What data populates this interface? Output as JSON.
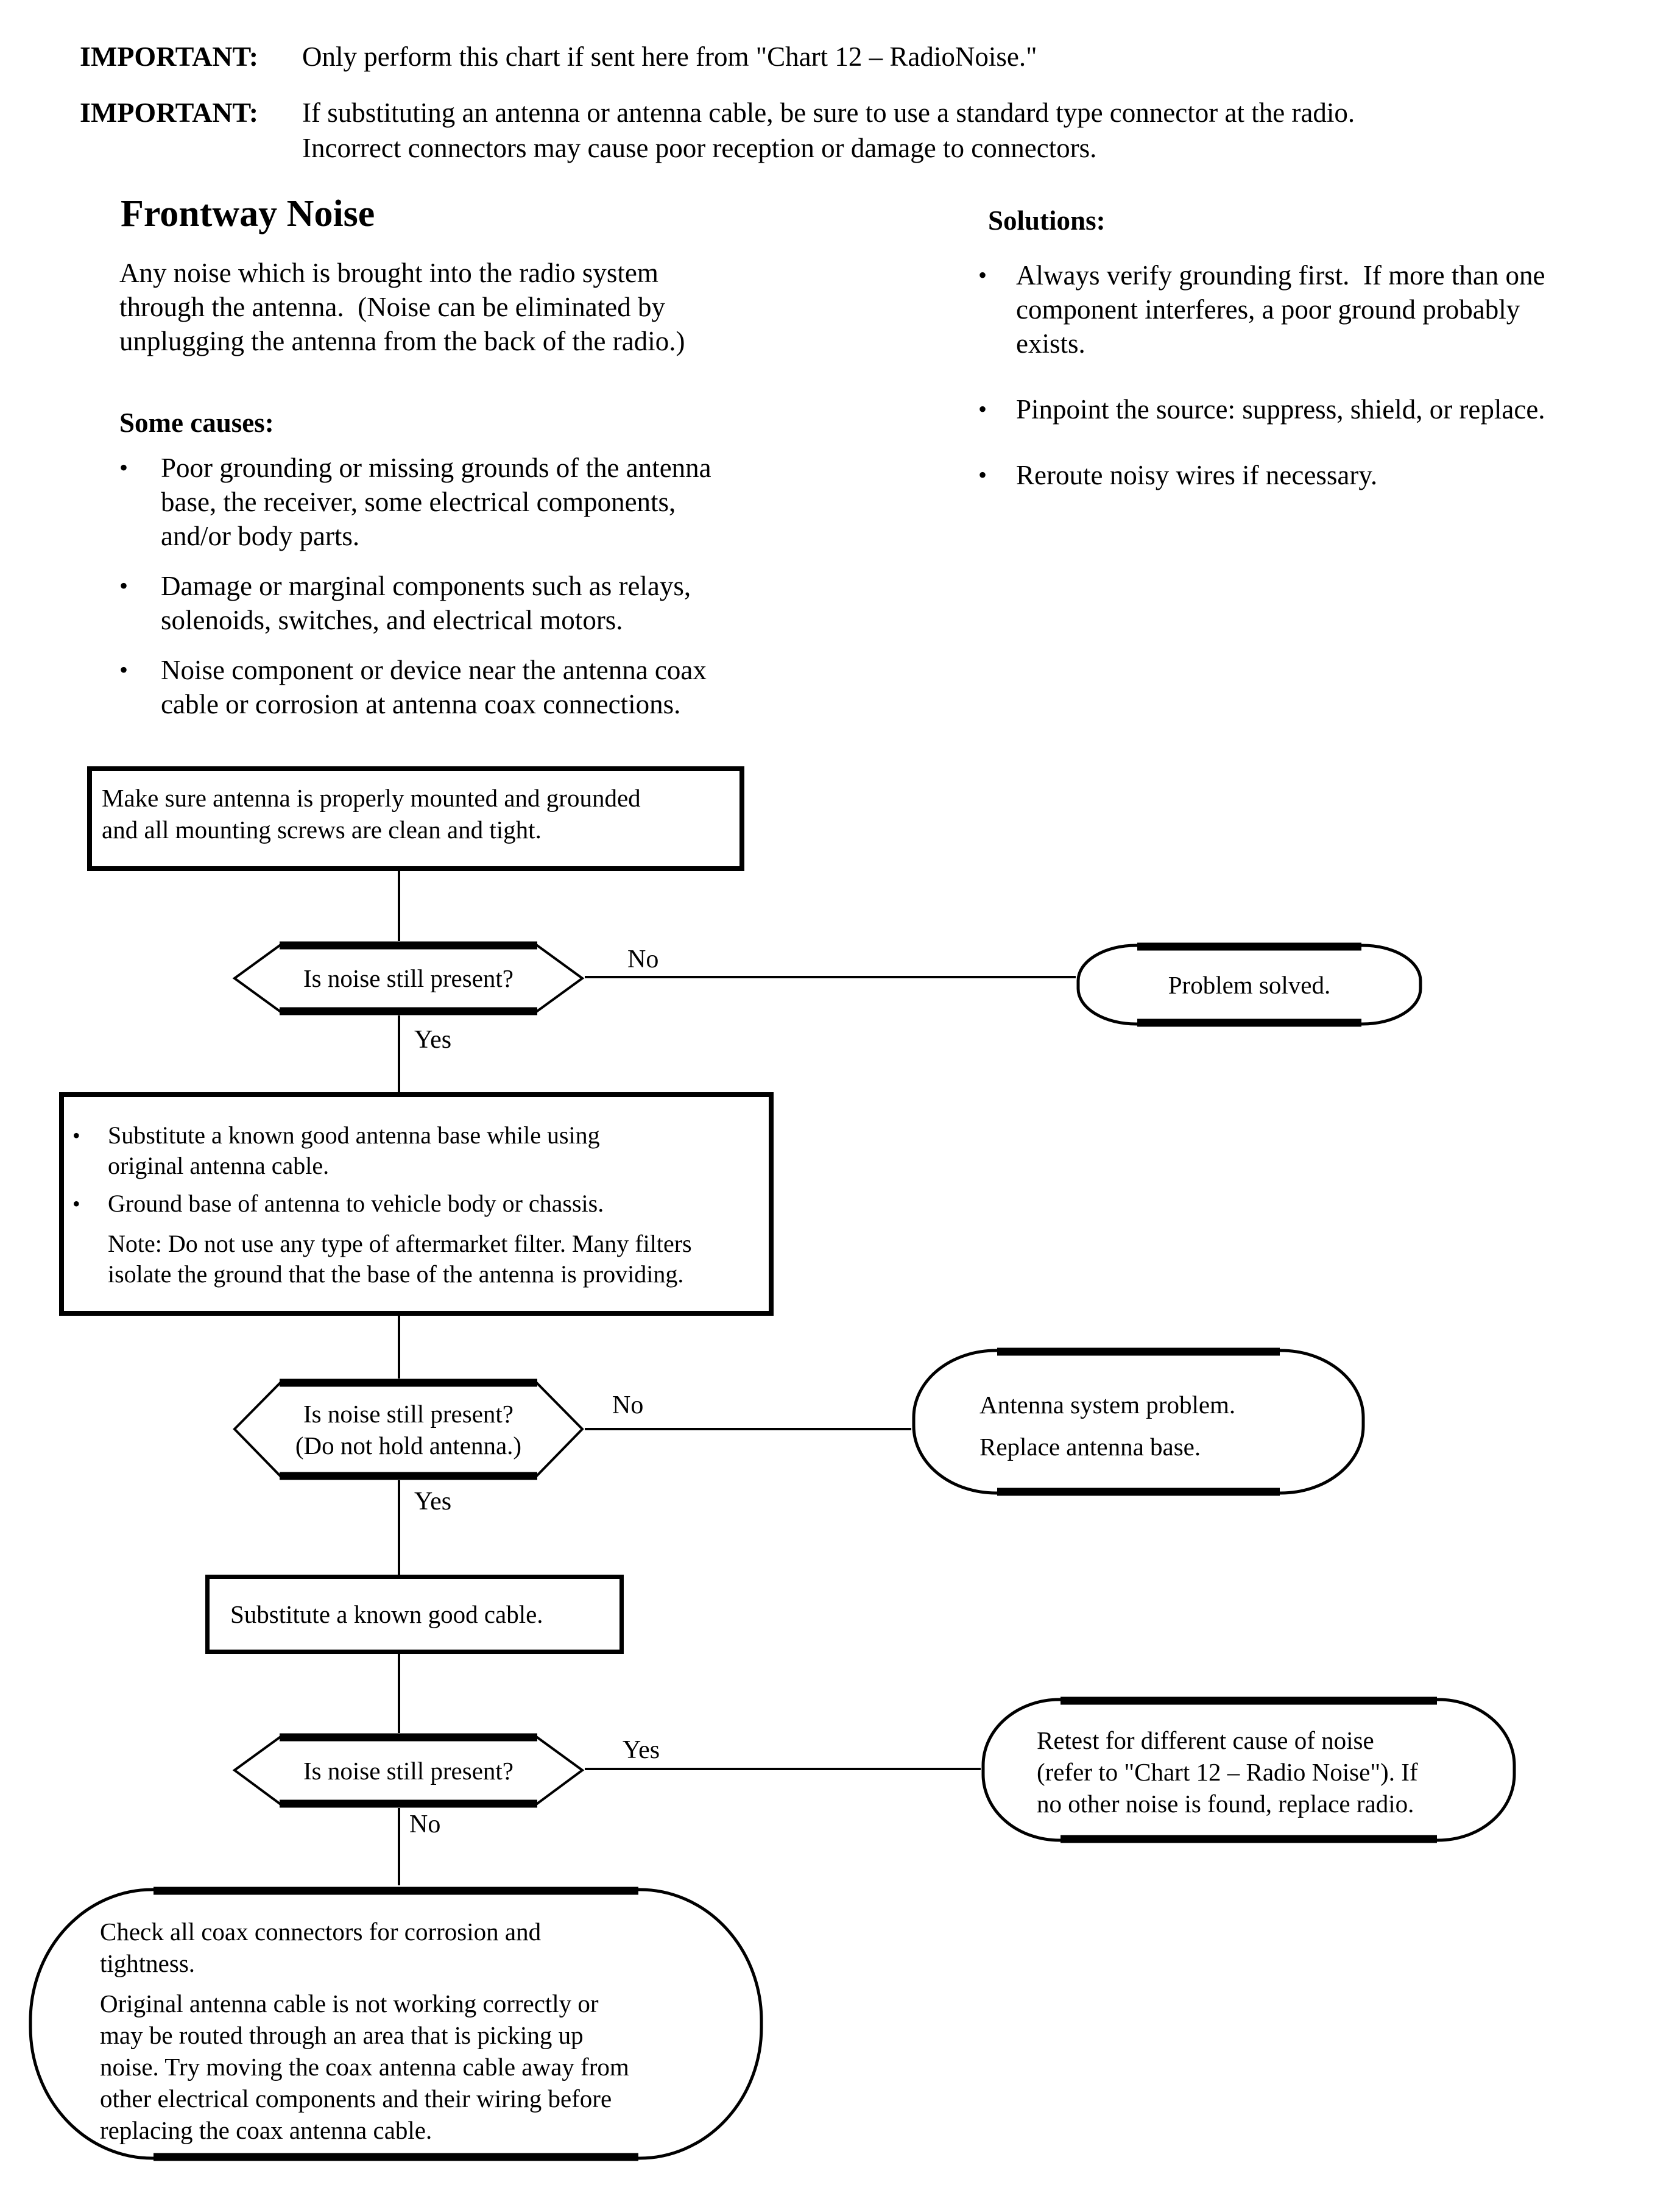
{
  "colors": {
    "ink": "#000000",
    "paper": "#ffffff"
  },
  "notices": [
    {
      "label": "IMPORTANT:",
      "text": "Only perform this chart if sent here from \"Chart 12 – RadioNoise.\""
    },
    {
      "label": "IMPORTANT:",
      "text": "If substituting an antenna or antenna cable, be sure to use a standard type connector at the radio.\nIncorrect connectors may cause poor reception or damage to connectors."
    }
  ],
  "overview": {
    "title": "Frontway Noise",
    "description": "Any noise which is brought into the radio system\nthrough the antenna.  (Noise can be eliminated by\nunplugging the antenna from the back of the radio.)",
    "causes_heading": "Some causes:",
    "causes": [
      "Poor grounding or missing grounds of the antenna\nbase, the receiver, some electrical components,\nand/or body parts.",
      "Damage or marginal components such as relays,\nsolenoids, switches, and electrical motors.",
      "Noise component or device near the antenna coax\ncable or corrosion at antenna coax connections."
    ],
    "solutions_heading": "Solutions:",
    "solutions": [
      "Always verify grounding first.  If more than one\ncomponent interferes, a poor ground probably\nexists.",
      "Pinpoint the source: suppress, shield, or replace.",
      "Reroute noisy wires if necessary."
    ],
    "bullet_glyph": "•"
  },
  "flow": {
    "labels": {
      "yes": "Yes",
      "no": "No"
    },
    "step1": "Make sure antenna is properly mounted and grounded\nand all mounting screws are clean and tight.",
    "decision1": "Is noise still present?",
    "terminal_solved": "Problem solved.",
    "step2": {
      "bullets": [
        "Substitute a known good antenna base while using\noriginal antenna cable.",
        "Ground base of antenna to vehicle body or chassis."
      ],
      "note": "Note: Do not use any type of aftermarket filter. Many filters\nisolate the ground that the base of the antenna is providing."
    },
    "decision2": {
      "line1": "Is noise still present?",
      "line2": "(Do not hold antenna.)"
    },
    "terminal_antenna": {
      "line1": "Antenna system problem.",
      "line2": "Replace antenna base."
    },
    "step3": "Substitute a known good cable.",
    "decision3": "Is noise still present?",
    "terminal_retest": "Retest for different cause of noise\n(refer to \"Chart 12 – Radio Noise\"). If\nno other noise is found, replace radio.",
    "terminal_coax": {
      "para1": "Check all coax connectors for corrosion and\ntightness.",
      "para2": "Original antenna cable is not working correctly or\nmay be routed through an area that is picking up\nnoise. Try moving the coax antenna cable away from\nother electrical components and their wiring before\nreplacing the coax antenna cable."
    }
  }
}
